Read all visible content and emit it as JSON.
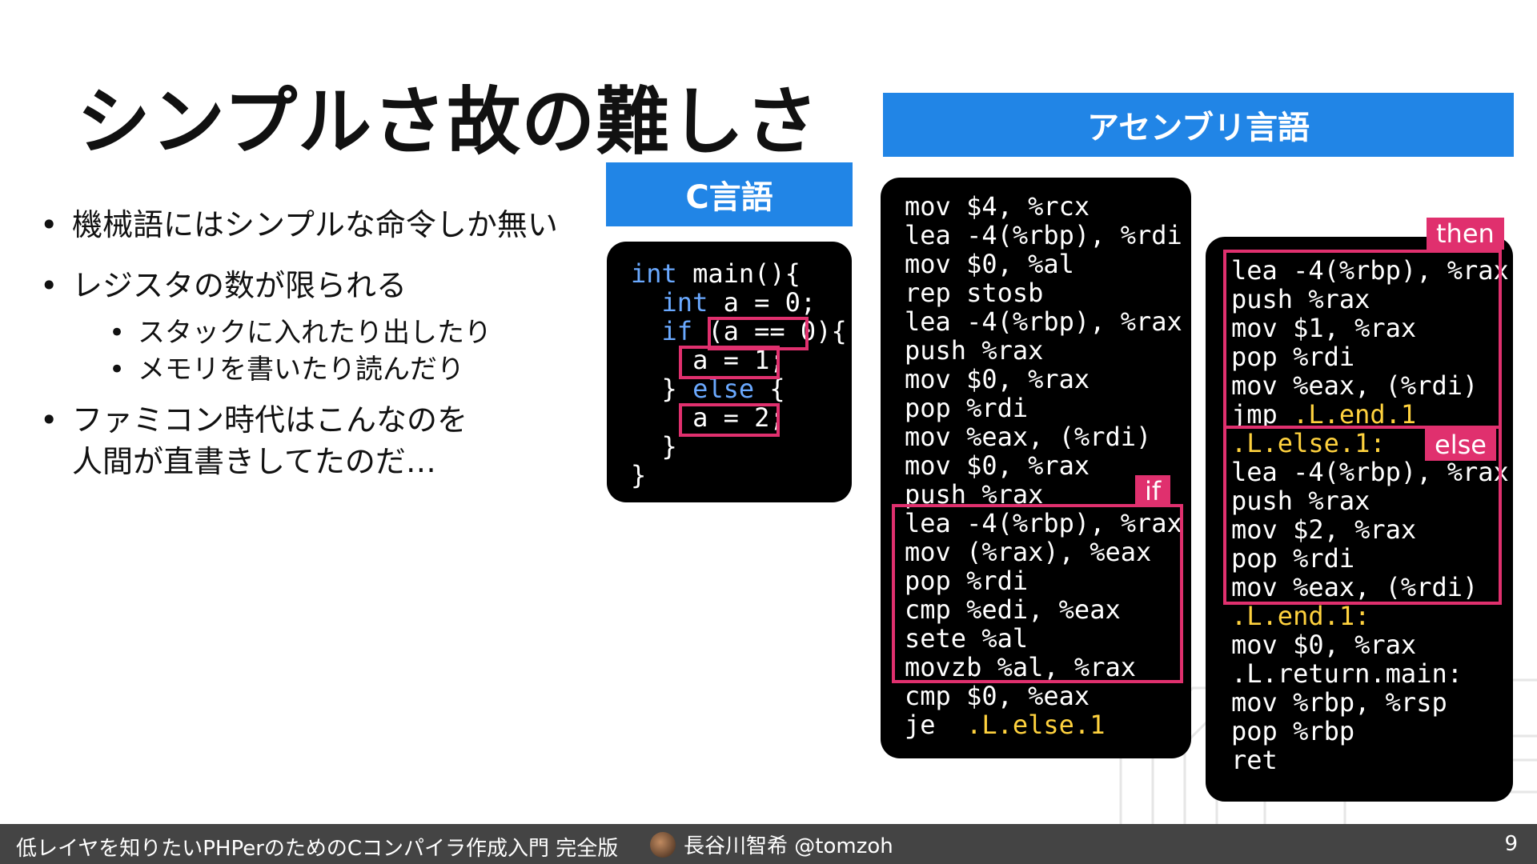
{
  "slide": {
    "title": "シンプルさ故の難しさ",
    "bullets": [
      {
        "text": "機械語にはシンプルな命令しか無い"
      },
      {
        "text": "レジスタの数が限られる",
        "subs": [
          "スタックに入れたり出したり",
          "メモリを書いたり読んだり"
        ]
      },
      {
        "text": "ファミコン時代はこんなのを",
        "line2": "人間が直書きしてたのだ…"
      }
    ],
    "bullet_char": "•"
  },
  "c_panel": {
    "label": "C言語",
    "lines": [
      "int main(){",
      "  int a = 0;",
      "  if (a == 0){",
      "    a = 1;",
      "  } else {",
      "    a = 2;",
      "  }",
      "}"
    ]
  },
  "asm_panel": {
    "label": "アセンブリ言語",
    "left_lines": [
      "mov $4, %rcx",
      "lea -4(%rbp), %rdi",
      "mov $0, %al",
      "rep stosb",
      "lea -4(%rbp), %rax",
      "push %rax",
      "mov $0, %rax",
      "pop %rdi",
      "mov %eax, (%rdi)",
      "mov $0, %rax",
      "push %rax",
      "lea -4(%rbp), %rax",
      "mov (%rax), %eax",
      "pop %rdi",
      "cmp %edi, %eax",
      "sete %al",
      "movzb %al, %rax",
      "cmp $0, %eax",
      "je  .L.else.1"
    ],
    "right_lines": [
      "lea -4(%rbp), %rax",
      "push %rax",
      "mov $1, %rax",
      "pop %rdi",
      "mov %eax, (%rdi)",
      "jmp .L.end.1",
      ".L.else.1:",
      "lea -4(%rbp), %rax",
      "push %rax",
      "mov $2, %rax",
      "pop %rdi",
      "mov %eax, (%rdi)",
      ".L.end.1:",
      "mov $0, %rax",
      ".L.return.main:",
      "mov %rbp, %rsp",
      "pop %rbp",
      "ret"
    ],
    "tags": {
      "if": "if",
      "then": "then",
      "else": "else"
    }
  },
  "footer": {
    "title": "低レイヤを知りたいPHPerのためのCコンパイラ作成入門 完全版",
    "author": "長谷川智希 @tomzoh",
    "page": "9"
  },
  "colors": {
    "accent_blue": "#2185e6",
    "highlight": "#e0306e",
    "keyword": "#6aa9ff",
    "label": "#ffd23e",
    "footer_bg": "#444444"
  }
}
